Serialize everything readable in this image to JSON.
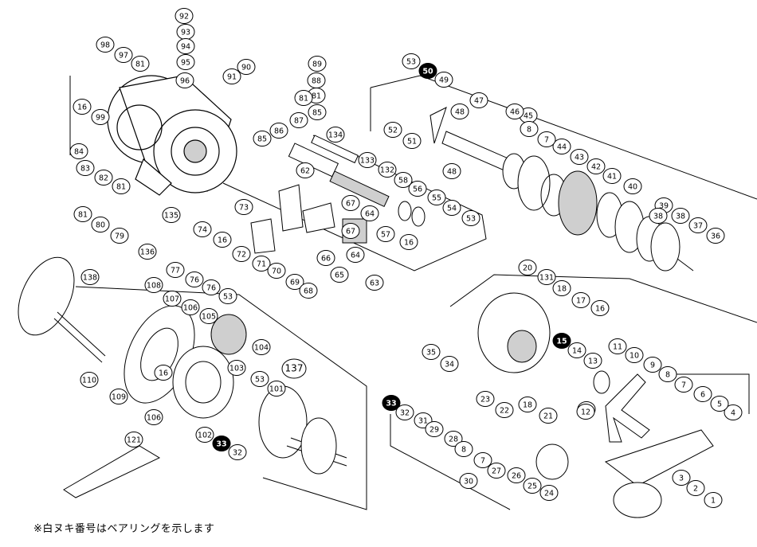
{
  "note": "※白ヌキ番号はベアリングを示します",
  "colors": {
    "line": "#000000",
    "part_fill": "#ffffff",
    "shade": "#cfcfcf",
    "bearing_fill": "#000000",
    "label_text": "#000000"
  },
  "parts": [
    {
      "num": "1",
      "bearing": false
    },
    {
      "num": "2",
      "bearing": false
    },
    {
      "num": "3",
      "bearing": false
    },
    {
      "num": "4",
      "bearing": false
    },
    {
      "num": "5",
      "bearing": false
    },
    {
      "num": "6",
      "bearing": false
    },
    {
      "num": "7",
      "bearing": false
    },
    {
      "num": "8",
      "bearing": false
    },
    {
      "num": "9",
      "bearing": false
    },
    {
      "num": "10",
      "bearing": false
    },
    {
      "num": "11",
      "bearing": false
    },
    {
      "num": "12",
      "bearing": false
    },
    {
      "num": "12",
      "bearing": false
    },
    {
      "num": "13",
      "bearing": false
    },
    {
      "num": "14",
      "bearing": false
    },
    {
      "num": "15",
      "bearing": true
    },
    {
      "num": "16",
      "bearing": false
    },
    {
      "num": "17",
      "bearing": false
    },
    {
      "num": "18",
      "bearing": false
    },
    {
      "num": "20",
      "bearing": false
    },
    {
      "num": "131",
      "bearing": false
    },
    {
      "num": "35",
      "bearing": false
    },
    {
      "num": "34",
      "bearing": false
    },
    {
      "num": "18",
      "bearing": false
    },
    {
      "num": "21",
      "bearing": false
    },
    {
      "num": "22",
      "bearing": false
    },
    {
      "num": "23",
      "bearing": false
    },
    {
      "num": "33",
      "bearing": true
    },
    {
      "num": "32",
      "bearing": false
    },
    {
      "num": "31",
      "bearing": false
    },
    {
      "num": "29",
      "bearing": false
    },
    {
      "num": "28",
      "bearing": false
    },
    {
      "num": "8",
      "bearing": false
    },
    {
      "num": "7",
      "bearing": false
    },
    {
      "num": "27",
      "bearing": false
    },
    {
      "num": "26",
      "bearing": false
    },
    {
      "num": "25",
      "bearing": false
    },
    {
      "num": "24",
      "bearing": false
    },
    {
      "num": "30",
      "bearing": false
    },
    {
      "num": "36",
      "bearing": false
    },
    {
      "num": "37",
      "bearing": false
    },
    {
      "num": "38",
      "bearing": false
    },
    {
      "num": "39",
      "bearing": false
    },
    {
      "num": "38",
      "bearing": false
    },
    {
      "num": "40",
      "bearing": false
    },
    {
      "num": "41",
      "bearing": false
    },
    {
      "num": "42",
      "bearing": false
    },
    {
      "num": "43",
      "bearing": false
    },
    {
      "num": "44",
      "bearing": false
    },
    {
      "num": "45",
      "bearing": false
    },
    {
      "num": "46",
      "bearing": false
    },
    {
      "num": "7",
      "bearing": false
    },
    {
      "num": "8",
      "bearing": false
    },
    {
      "num": "47",
      "bearing": false
    },
    {
      "num": "48",
      "bearing": false
    },
    {
      "num": "48",
      "bearing": false
    },
    {
      "num": "49",
      "bearing": false
    },
    {
      "num": "50",
      "bearing": true
    },
    {
      "num": "53",
      "bearing": false
    },
    {
      "num": "52",
      "bearing": false
    },
    {
      "num": "51",
      "bearing": false
    },
    {
      "num": "134",
      "bearing": false
    },
    {
      "num": "133",
      "bearing": false
    },
    {
      "num": "132",
      "bearing": false
    },
    {
      "num": "58",
      "bearing": false
    },
    {
      "num": "56",
      "bearing": false
    },
    {
      "num": "55",
      "bearing": false
    },
    {
      "num": "54",
      "bearing": false
    },
    {
      "num": "53",
      "bearing": false
    },
    {
      "num": "57",
      "bearing": false
    },
    {
      "num": "16",
      "bearing": false
    },
    {
      "num": "62",
      "bearing": false
    },
    {
      "num": "67",
      "bearing": false
    },
    {
      "num": "64",
      "bearing": false
    },
    {
      "num": "67",
      "bearing": false
    },
    {
      "num": "64",
      "bearing": false
    },
    {
      "num": "66",
      "bearing": false
    },
    {
      "num": "65",
      "bearing": false
    },
    {
      "num": "63",
      "bearing": false
    },
    {
      "num": "73",
      "bearing": false
    },
    {
      "num": "72",
      "bearing": false
    },
    {
      "num": "71",
      "bearing": false
    },
    {
      "num": "70",
      "bearing": false
    },
    {
      "num": "69",
      "bearing": false
    },
    {
      "num": "68",
      "bearing": false
    },
    {
      "num": "16",
      "bearing": false
    },
    {
      "num": "74",
      "bearing": false
    },
    {
      "num": "92",
      "bearing": false
    },
    {
      "num": "93",
      "bearing": false
    },
    {
      "num": "94",
      "bearing": false
    },
    {
      "num": "95",
      "bearing": false
    },
    {
      "num": "96",
      "bearing": false
    },
    {
      "num": "91",
      "bearing": false
    },
    {
      "num": "90",
      "bearing": false
    },
    {
      "num": "89",
      "bearing": false
    },
    {
      "num": "88",
      "bearing": false
    },
    {
      "num": "81",
      "bearing": false
    },
    {
      "num": "85",
      "bearing": false
    },
    {
      "num": "87",
      "bearing": false
    },
    {
      "num": "86",
      "bearing": false
    },
    {
      "num": "85",
      "bearing": false
    },
    {
      "num": "81",
      "bearing": false
    },
    {
      "num": "98",
      "bearing": false
    },
    {
      "num": "97",
      "bearing": false
    },
    {
      "num": "81",
      "bearing": false
    },
    {
      "num": "16",
      "bearing": false
    },
    {
      "num": "99",
      "bearing": false
    },
    {
      "num": "84",
      "bearing": false
    },
    {
      "num": "83",
      "bearing": false
    },
    {
      "num": "82",
      "bearing": false
    },
    {
      "num": "81",
      "bearing": false
    },
    {
      "num": "81",
      "bearing": false
    },
    {
      "num": "80",
      "bearing": false
    },
    {
      "num": "79",
      "bearing": false
    },
    {
      "num": "135",
      "bearing": false
    },
    {
      "num": "136",
      "bearing": false
    },
    {
      "num": "77",
      "bearing": false
    },
    {
      "num": "76",
      "bearing": false
    },
    {
      "num": "76",
      "bearing": false
    },
    {
      "num": "53",
      "bearing": false
    },
    {
      "num": "138",
      "bearing": false
    },
    {
      "num": "110",
      "bearing": false
    },
    {
      "num": "109",
      "bearing": false
    },
    {
      "num": "108",
      "bearing": false
    },
    {
      "num": "107",
      "bearing": false
    },
    {
      "num": "106",
      "bearing": false
    },
    {
      "num": "105",
      "bearing": false
    },
    {
      "num": "104",
      "bearing": false
    },
    {
      "num": "103",
      "bearing": false
    },
    {
      "num": "16",
      "bearing": false
    },
    {
      "num": "106",
      "bearing": false
    },
    {
      "num": "102",
      "bearing": false
    },
    {
      "num": "33",
      "bearing": true
    },
    {
      "num": "32",
      "bearing": false
    },
    {
      "num": "53",
      "bearing": false
    },
    {
      "num": "101",
      "bearing": false
    },
    {
      "num": "137",
      "bearing": false
    },
    {
      "num": "121",
      "bearing": false
    }
  ]
}
